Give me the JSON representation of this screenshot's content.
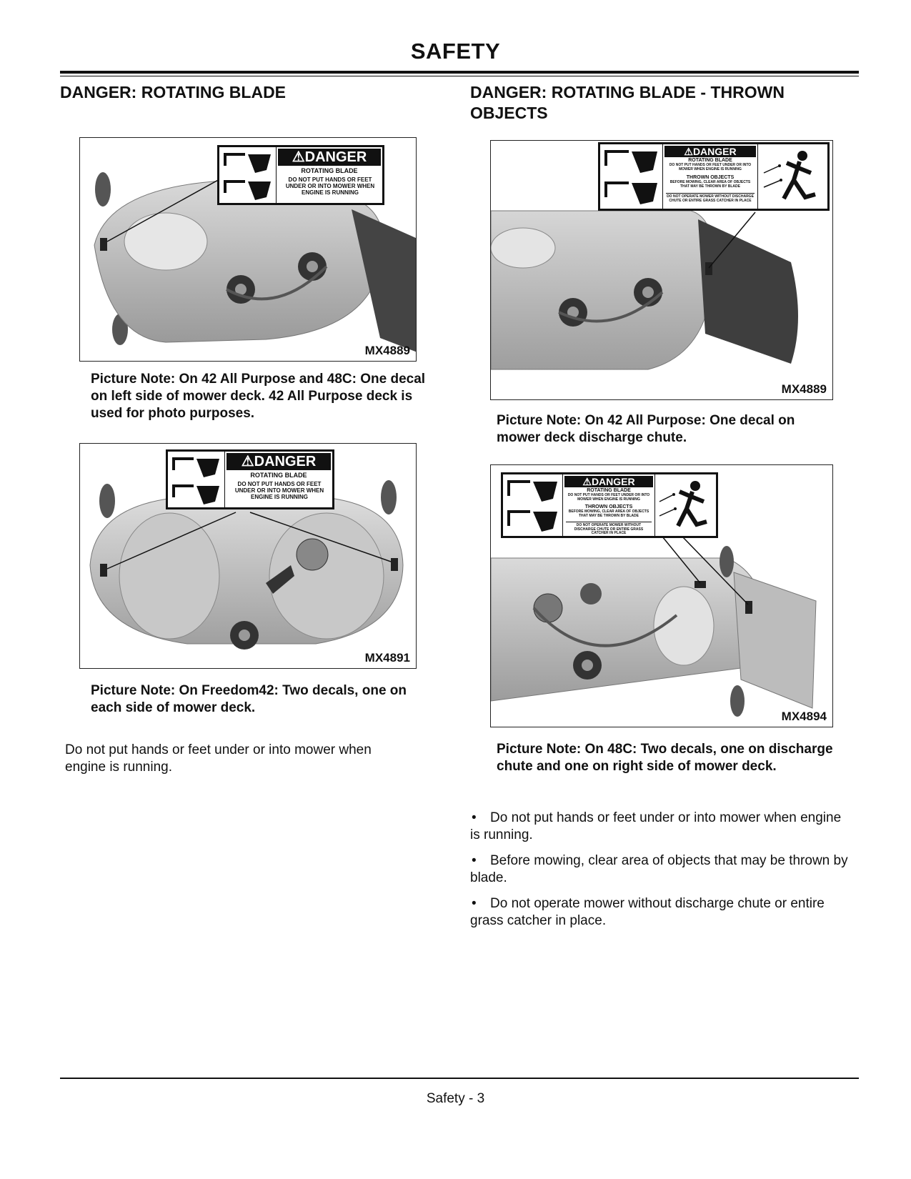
{
  "header": {
    "title": "SAFETY"
  },
  "left": {
    "heading": "DANGER: ROTATING BLADE",
    "figures": [
      {
        "id": "MX4889",
        "note": "Picture Note:  On 42 All Purpose and 48C: One decal on left side of mower deck. 42 All Purpose deck is used for photo purposes."
      },
      {
        "id": "MX4891",
        "note": "Picture Note:  On Freedom42: Two decals, one on each side of mower deck."
      }
    ],
    "body": "Do not put hands or feet under or into mower when engine is running."
  },
  "right": {
    "heading": "DANGER: ROTATING BLADE - THROWN OBJECTS",
    "figures": [
      {
        "id": "MX4889",
        "note": "Picture Note:  On 42 All Purpose: One decal on mower deck discharge chute."
      },
      {
        "id": "MX4894",
        "note": "Picture Note:  On 48C: Two decals, one on discharge chute and one on right side of mower deck."
      }
    ],
    "bullets": [
      "Do not put hands or feet under or into mower when engine is running.",
      "Before mowing, clear area of objects that may be thrown by blade.",
      "Do not operate mower without discharge chute or entire grass catcher in place."
    ]
  },
  "decal_small": {
    "header": "DANGER",
    "subheader": "ROTATING BLADE",
    "text": "DO NOT PUT HANDS OR FEET UNDER OR INTO MOWER WHEN ENGINE IS RUNNING"
  },
  "decal_large": {
    "header": "DANGER",
    "subheader1": "ROTATING BLADE",
    "text1": "DO NOT PUT HANDS OR FEET UNDER OR INTO MOWER WHEN ENGINE IS RUNNING",
    "subheader2": "THROWN OBJECTS",
    "text2": "BEFORE MOWING, CLEAR AREA OF OBJECTS THAT MAY BE THROWN BY BLADE",
    "text3": "DO NOT OPERATE MOWER WITHOUT DISCHARGE CHUTE OR ENTIRE GRASS CATCHER IN PLACE"
  },
  "footer": {
    "page": "Safety - 3"
  }
}
